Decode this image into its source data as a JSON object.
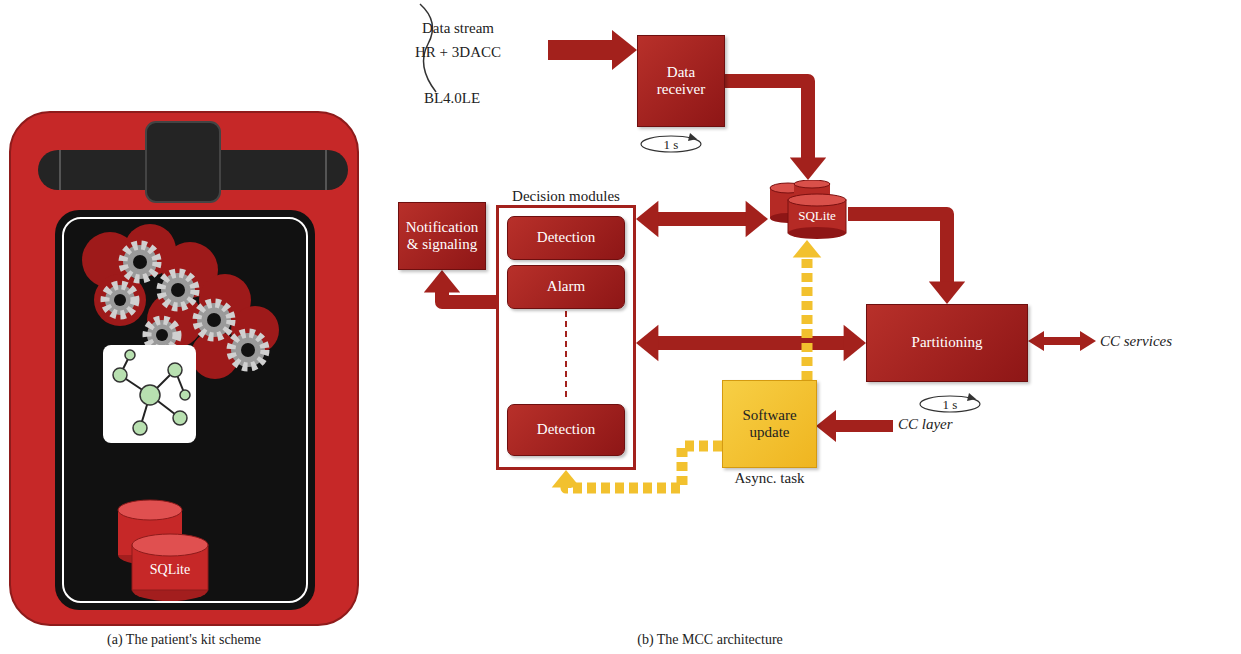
{
  "diagram": {
    "nodes": [
      {
        "text": [
          "Data receiver"
        ]
      },
      {
        "text": [
          "SQLite"
        ]
      },
      {
        "text": [
          "Notification & signaling"
        ]
      },
      {
        "text": [
          "Decision modules"
        ]
      },
      {
        "text": [
          "Detection"
        ],
        "in": 3
      },
      {
        "text": [
          "Alarm"
        ],
        "in": 3
      },
      {
        "text": [
          "Detection"
        ],
        "in": 3
      },
      {
        "text": [
          "Partitioning"
        ]
      },
      {
        "text": [
          "Software update",
          "Async. task"
        ]
      }
    ],
    "edges": [
      {
        "from": 0,
        "to": 1,
        "arrow": "to"
      },
      {
        "from": 3,
        "to": 1,
        "arrow": "both"
      },
      {
        "from": 1,
        "to": 7,
        "arrow": "to"
      },
      {
        "from": 3,
        "to": 7,
        "arrow": "both"
      },
      {
        "from": 3,
        "to": 2,
        "arrow": "to"
      },
      {
        "from": 8,
        "to": 1,
        "arrow": "to"
      },
      {
        "from": 8,
        "to": 3,
        "arrow": "to"
      }
    ],
    "labels": [
      "Data stream",
      "HR + 3DACC",
      "BL4.0LE",
      "1 s",
      "1 s",
      "CC services",
      "CC layer",
      "SQLite",
      "(a) The patient's kit scheme",
      "(b) The MCC architecture"
    ]
  }
}
